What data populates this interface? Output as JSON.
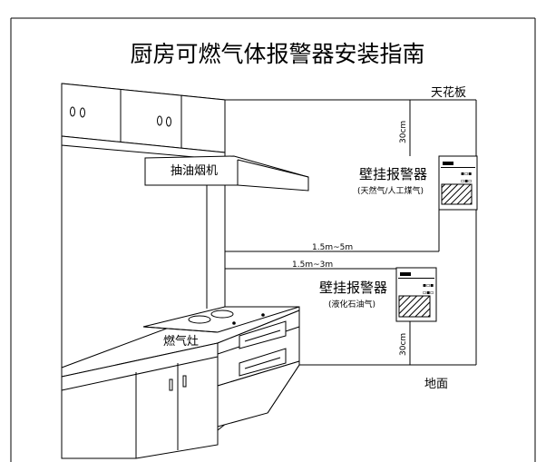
{
  "title": "厨房可燃气体报警器安装指南",
  "labels": {
    "ceiling": "天花板",
    "floor": "地面",
    "hood": "抽油烟机",
    "stove": "燃气灶",
    "alarm_top": "壁挂报警器",
    "alarm_top_sub": "(天然气/人工煤气)",
    "alarm_bottom": "壁挂报警器",
    "alarm_bottom_sub": "(液化石油气)",
    "dim_top_vertical": "30cm",
    "dim_bottom_vertical": "30cm",
    "dim_top_horizontal": "1.5m~5m",
    "dim_bottom_horizontal": "1.5m~3m"
  }
}
